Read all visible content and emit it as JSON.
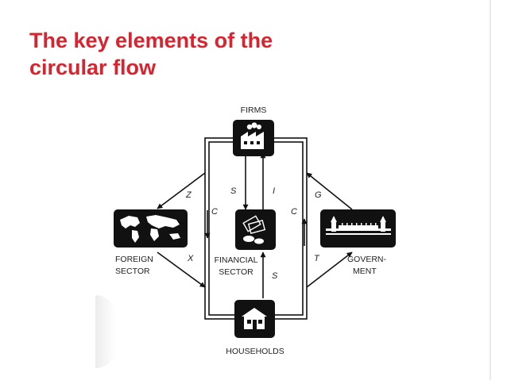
{
  "slide": {
    "title_line1": "The key elements of the",
    "title_line2": "circular flow"
  },
  "diagram": {
    "nodes": {
      "firms": "FIRMS",
      "households": "HOUSEHOLDS",
      "foreign_line1": "FOREIGN",
      "foreign_line2": "SECTOR",
      "financial_line1": "FINANCIAL",
      "financial_line2": "SECTOR",
      "government_line1": "GOVERN-",
      "government_line2": "MENT"
    },
    "flows": {
      "z": "Z",
      "x": "X",
      "c_left": "C",
      "c_right": "C",
      "s_top": "S",
      "i": "I",
      "s_bottom": "S",
      "g": "G",
      "t": "T"
    }
  },
  "colors": {
    "title": "#d9232f",
    "ink": "#111111"
  }
}
